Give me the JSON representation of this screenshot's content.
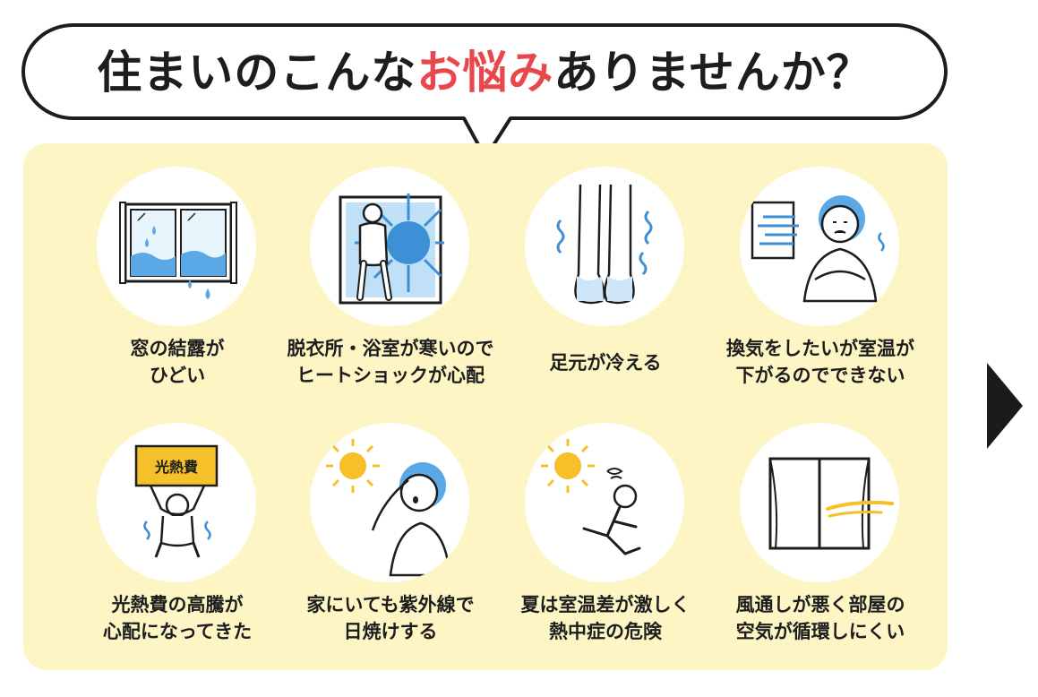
{
  "headline": {
    "part1": "住まいのこんな",
    "accent": "お悩み",
    "part2": "ありませんか？"
  },
  "colors": {
    "accent": "#e8474e",
    "panel": "#fdf6c4",
    "ink": "#1d1d1d",
    "sky": "#5aa9e6",
    "sun": "#f6c02a"
  },
  "items": [
    {
      "icon": "window-condensation-icon",
      "lines": [
        "窓の結露が",
        "ひどい"
      ]
    },
    {
      "icon": "cold-bathroom-icon",
      "lines": [
        "脱衣所・浴室が寒いので",
        "ヒートショックが心配"
      ]
    },
    {
      "icon": "cold-feet-icon",
      "lines": [
        "足元が冷える"
      ]
    },
    {
      "icon": "cold-ventilation-icon",
      "lines": [
        "換気をしたいが室温が",
        "下がるのでできない"
      ]
    },
    {
      "icon": "utility-bill-icon",
      "sign": "光熱費",
      "lines": [
        "光熱費の高騰が",
        "心配になってきた"
      ]
    },
    {
      "icon": "sunburn-icon",
      "lines": [
        "家にいても紫外線で",
        "日焼けする"
      ]
    },
    {
      "icon": "heatstroke-icon",
      "lines": [
        "夏は室温差が激しく",
        "熱中症の危険"
      ]
    },
    {
      "icon": "stale-air-icon",
      "lines": [
        "風通しが悪く部屋の",
        "空気が循環しにくい"
      ]
    }
  ]
}
